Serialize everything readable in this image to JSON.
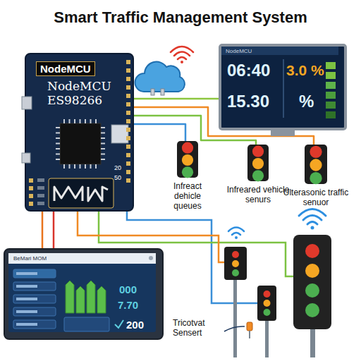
{
  "diagram": {
    "title": "Smart Traffic Management System",
    "nodes": [
      {
        "text": [
          "NodeMCU",
          "NodeMCU ES98266"
        ]
      },
      {
        "text": [
          "NodeMCU",
          "06:40",
          "3.0 %",
          "15.30",
          "%"
        ]
      },
      {
        "text": [
          "Infreact dehicle queues"
        ]
      },
      {
        "text": [
          "Infreared vehicle senurs"
        ]
      },
      {
        "text": [
          "Ulterasonic traffic senuor"
        ]
      },
      {
        "text": [
          "BeMari MOM",
          "000",
          "7.70",
          "200"
        ]
      }
    ],
    "edges": [
      {
        "from": 0,
        "to": 1,
        "arrow": "none"
      },
      {
        "from": 0,
        "to": 2,
        "arrow": "none"
      },
      {
        "from": 0,
        "to": 3,
        "arrow": "none"
      },
      {
        "from": 0,
        "to": 4,
        "arrow": "none"
      },
      {
        "from": 0,
        "to": 5,
        "arrow": "none"
      },
      {
        "from": 0,
        "to": 5,
        "arrow": "none"
      }
    ],
    "labels": [
      "Tricotvat Sensert",
      "20",
      "50"
    ]
  }
}
